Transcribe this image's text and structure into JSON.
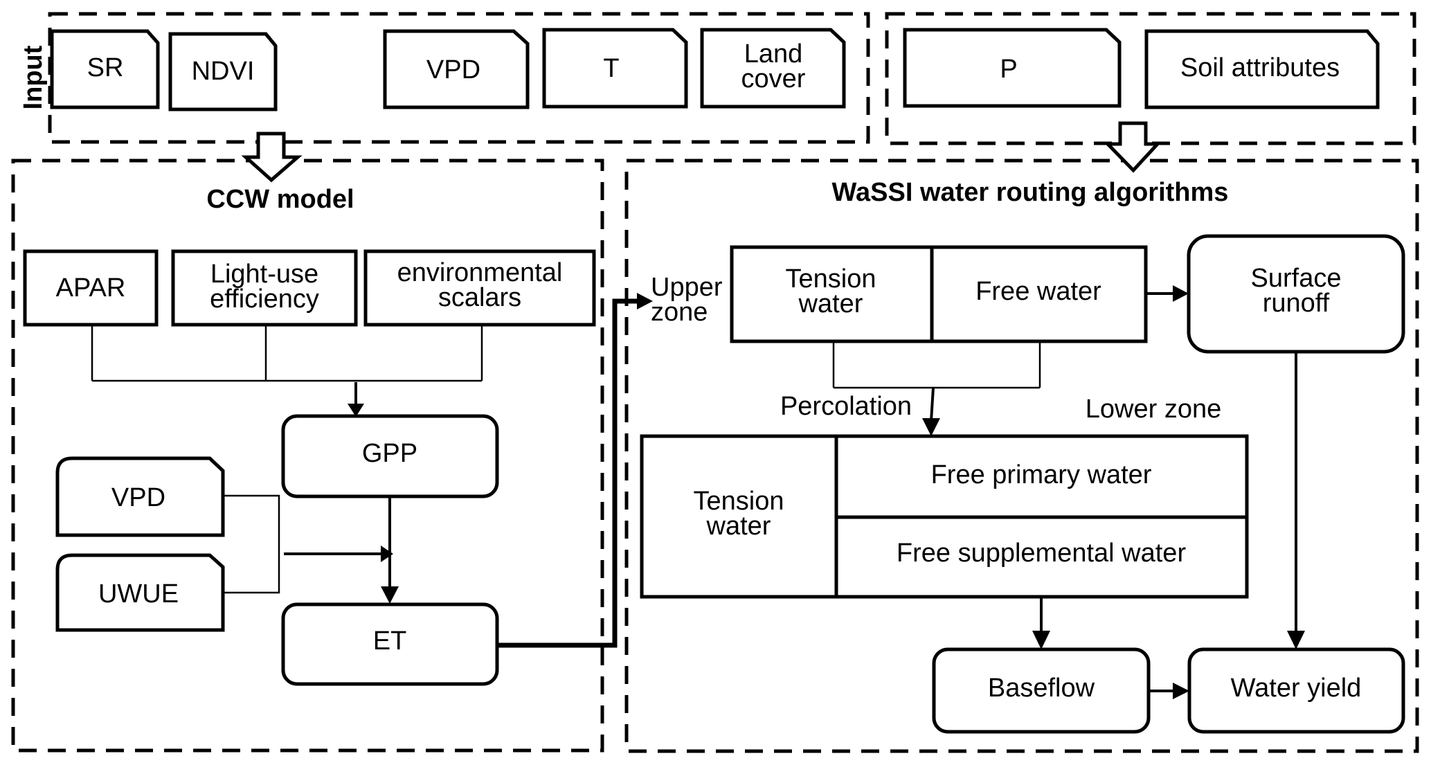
{
  "diagram": {
    "input_label": "Input",
    "input_left": [
      {
        "id": "sr",
        "label": [
          "SR"
        ]
      },
      {
        "id": "ndvi",
        "label": [
          "NDVI"
        ]
      },
      {
        "id": "vpd",
        "label": [
          "VPD"
        ]
      },
      {
        "id": "t",
        "label": [
          "T"
        ]
      },
      {
        "id": "land-cover",
        "label": [
          "Land",
          "cover"
        ]
      }
    ],
    "input_right": [
      {
        "id": "p",
        "label": [
          "P"
        ]
      },
      {
        "id": "soil-attributes",
        "label": [
          "Soil attributes"
        ]
      }
    ],
    "ccw": {
      "title": "CCW model",
      "apar": [
        "APAR"
      ],
      "lue": [
        "Light-use",
        "efficiency"
      ],
      "env": [
        "environmental",
        "scalars"
      ],
      "gpp": [
        "GPP"
      ],
      "vpd": [
        "VPD"
      ],
      "uwue": [
        "UWUE"
      ],
      "et": [
        "ET"
      ]
    },
    "wassi": {
      "title": "WaSSI water routing algorithms",
      "upper_zone": [
        "Upper",
        "zone"
      ],
      "upper_tension": [
        "Tension",
        "water"
      ],
      "upper_free": [
        "Free water"
      ],
      "surface_runoff": [
        "Surface",
        "runoff"
      ],
      "percolation": "Percolation",
      "lower_zone": "Lower zone",
      "lower_tension": [
        "Tension",
        "water"
      ],
      "free_primary": [
        "Free primary water"
      ],
      "free_supplemental": [
        "Free supplemental water"
      ],
      "baseflow": [
        "Baseflow"
      ],
      "water_yield": [
        "Water yield"
      ]
    }
  }
}
